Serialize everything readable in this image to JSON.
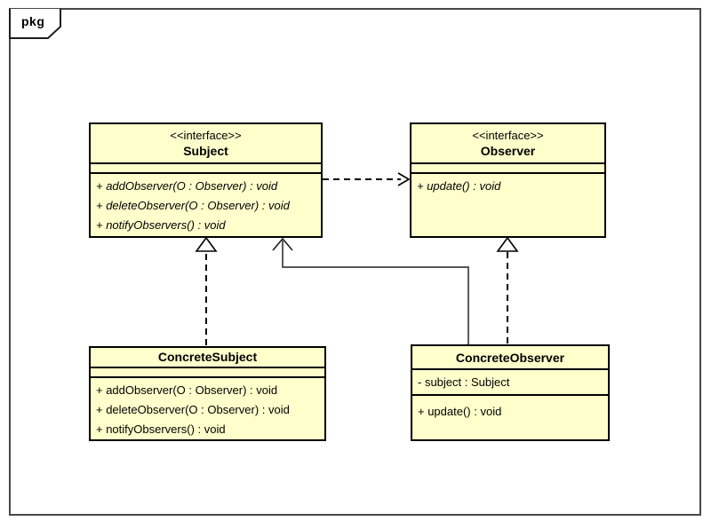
{
  "package": {
    "label": "pkg"
  },
  "colors": {
    "class_fill": "#FFFFCC",
    "class_border": "#000000",
    "frame_border": "#474747",
    "dashed_line": "#000000",
    "association_line": "#3f3f3f"
  },
  "classes": {
    "subject": {
      "stereotype": "<<interface>>",
      "name": "Subject",
      "attributes": [],
      "methods": [
        "+ addObserver(O : Observer) : void",
        "+ deleteObserver(O : Observer) : void",
        "+ notifyObservers() : void"
      ]
    },
    "observer": {
      "stereotype": "<<interface>>",
      "name": "Observer",
      "attributes": [],
      "methods": [
        "+ update() : void"
      ]
    },
    "concrete_subject": {
      "name": "ConcreteSubject",
      "attributes": [],
      "methods": [
        "+ addObserver(O : Observer) : void",
        "+ deleteObserver(O : Observer) : void",
        "+ notifyObservers() : void"
      ]
    },
    "concrete_observer": {
      "name": "ConcreteObserver",
      "attributes": [
        "- subject : Subject"
      ],
      "methods": [
        "+ update() : void"
      ]
    }
  },
  "relationships": [
    {
      "type": "dependency",
      "from": "Subject",
      "to": "Observer",
      "line": "dashed",
      "arrowhead": "open"
    },
    {
      "type": "realization",
      "from": "ConcreteSubject",
      "to": "Subject",
      "line": "dashed",
      "arrowhead": "hollow-triangle"
    },
    {
      "type": "realization",
      "from": "ConcreteObserver",
      "to": "Observer",
      "line": "dashed",
      "arrowhead": "hollow-triangle"
    },
    {
      "type": "association",
      "from": "ConcreteObserver",
      "to": "Subject",
      "line": "solid",
      "arrowhead": "open"
    }
  ]
}
